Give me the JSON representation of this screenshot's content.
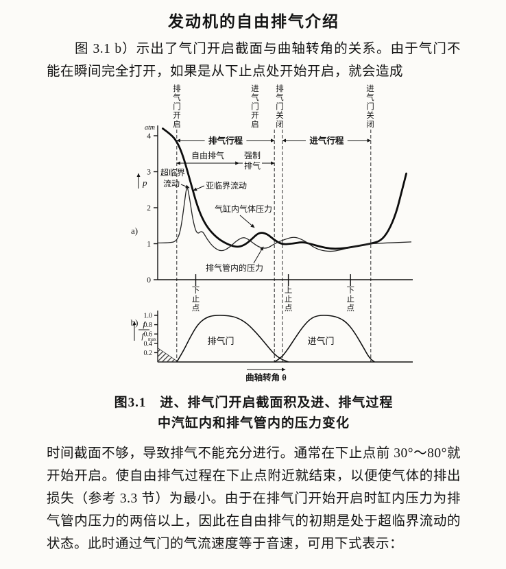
{
  "page": {
    "title": "发动机的自由排气介绍",
    "paragraph_1": "图 3.1 b）示出了气门开启截面与曲轴转角的关系。由于气门不能在瞬间完全打开，如果是从下止点处开始开启，就会造成",
    "caption_line1": "图3.1　进、排气门开启截面积及进、排气过程",
    "caption_line2": "中汽缸内和排气管内的压力变化",
    "paragraph_2": "时间截面不够，导致排气不能充分进行。通常在下止点前 30°～80°就开始开启。使自由排气过程在下止点附近就结束，以便使气体的排出损失（参考 3.3 节）为最小。由于在排气门开始开启时缸内压力为排气管内压力的两倍以上，因此在自由排气的初期是处于超临界流动的状态。此时通过气门的气流速度等于音速，可用下式表示："
  },
  "chart_data": {
    "type": "line",
    "title": "进、排气门开启截面积及进、排气过程中汽缸内和排气管内的压力变化",
    "xlabel": "曲轴转角 θ",
    "x_axis_note": "schematic crank angle, 0–100 axis units, no numeric ticks shown",
    "events": [
      {
        "name": "排气门开启",
        "x": 7.5
      },
      {
        "name": "进气门开启",
        "x": 46
      },
      {
        "name": "排气门关闭",
        "x": 49.2
      },
      {
        "name": "进气门关闭",
        "x": 84
      }
    ],
    "dead_centers": [
      {
        "name": "下止点",
        "x": 15
      },
      {
        "name": "上止点",
        "x": 51.5
      },
      {
        "name": "下止点",
        "x": 76
      }
    ],
    "strokes": [
      {
        "name": "排气行程",
        "from": 7.5,
        "to": 46
      },
      {
        "name": "进气行程",
        "from": 49.2,
        "to": 84
      }
    ],
    "sub_phases": [
      {
        "name": "自由排气",
        "from": 7.5,
        "to": 32
      },
      {
        "name": "强制排气",
        "from": 32,
        "to": 46
      }
    ],
    "annotations": {
      "supercritical": "超临界流动",
      "subcritical": "亚临界流动",
      "cylinder_pressure": "气缸内气体压力",
      "pipe_pressure": "排气管内的压力"
    },
    "panels": [
      {
        "id": "a",
        "label": "a)",
        "ylabel": "p",
        "y_unit": "atm",
        "yticks": [
          0,
          1,
          2,
          3,
          4
        ],
        "ylim": [
          0,
          4.5
        ],
        "series": [
          {
            "name": "气缸内气体压力",
            "points": [
              [
                2,
                4.2
              ],
              [
                5,
                4.05
              ],
              [
                7.5,
                3.85
              ],
              [
                10,
                3.45
              ],
              [
                13,
                2.7
              ],
              [
                16,
                1.95
              ],
              [
                19,
                1.5
              ],
              [
                23,
                1.18
              ],
              [
                27,
                1.0
              ],
              [
                31,
                0.9
              ],
              [
                34,
                0.95
              ],
              [
                37,
                1.12
              ],
              [
                40,
                1.32
              ],
              [
                43,
                1.28
              ],
              [
                46,
                1.1
              ],
              [
                49,
                0.98
              ],
              [
                53,
                1.0
              ],
              [
                57,
                1.05
              ],
              [
                60,
                1.0
              ],
              [
                64,
                0.92
              ],
              [
                68,
                0.86
              ],
              [
                72,
                0.86
              ],
              [
                76,
                0.9
              ],
              [
                80,
                0.95
              ],
              [
                84,
                1.0
              ],
              [
                88,
                1.08
              ],
              [
                91,
                1.35
              ],
              [
                94,
                1.85
              ],
              [
                96,
                2.4
              ],
              [
                98,
                2.95
              ]
            ]
          },
          {
            "name": "排气管内的压力",
            "points": [
              [
                0,
                1.02
              ],
              [
                5,
                1.02
              ],
              [
                7.5,
                1.08
              ],
              [
                9,
                1.35
              ],
              [
                10.5,
                2.1
              ],
              [
                11.5,
                2.65
              ],
              [
                12.5,
                2.3
              ],
              [
                14,
                1.6
              ],
              [
                15.5,
                1.25
              ],
              [
                17.5,
                1.38
              ],
              [
                19.5,
                1.12
              ],
              [
                22,
                0.9
              ],
              [
                25,
                0.78
              ],
              [
                28,
                0.88
              ],
              [
                31,
                1.08
              ],
              [
                34,
                1.2
              ],
              [
                37,
                1.05
              ],
              [
                40,
                0.9
              ],
              [
                43,
                0.86
              ],
              [
                46,
                1.0
              ],
              [
                50,
                1.12
              ],
              [
                54,
                1.2
              ],
              [
                58,
                1.08
              ],
              [
                61,
                0.92
              ],
              [
                64,
                0.82
              ],
              [
                68,
                0.78
              ],
              [
                72,
                0.82
              ],
              [
                76,
                0.9
              ],
              [
                80,
                0.96
              ],
              [
                84,
                1.0
              ],
              [
                90,
                1.02
              ],
              [
                100,
                1.05
              ]
            ]
          }
        ]
      },
      {
        "id": "b",
        "label": "b)",
        "ylabel": "f/fmax",
        "yticks": [
          1.0,
          0.8,
          0.6,
          0.4,
          0.2
        ],
        "ylim": [
          0,
          1.0
        ],
        "series": [
          {
            "name": "排气门",
            "points": [
              [
                7.5,
                0
              ],
              [
                10,
                0.22
              ],
              [
                13,
                0.55
              ],
              [
                16,
                0.82
              ],
              [
                19,
                0.95
              ],
              [
                22,
                1.0
              ],
              [
                27,
                1.0
              ],
              [
                31,
                0.96
              ],
              [
                35,
                0.84
              ],
              [
                39,
                0.62
              ],
              [
                43,
                0.36
              ],
              [
                46,
                0.16
              ],
              [
                49,
                0.05
              ],
              [
                51.5,
                0
              ]
            ]
          },
          {
            "name": "进气门",
            "points": [
              [
                46,
                0
              ],
              [
                48.5,
                0.08
              ],
              [
                51,
                0.25
              ],
              [
                54,
                0.5
              ],
              [
                57,
                0.74
              ],
              [
                60,
                0.92
              ],
              [
                63,
                1.0
              ],
              [
                68,
                1.0
              ],
              [
                72,
                0.94
              ],
              [
                75,
                0.82
              ],
              [
                78,
                0.6
              ],
              [
                81,
                0.32
              ],
              [
                83.5,
                0.08
              ],
              [
                85.5,
                0
              ]
            ]
          },
          {
            "id": "residual-hatched",
            "hatched": true,
            "points": [
              [
                0,
                0.3
              ],
              [
                3,
                0.19
              ],
              [
                6,
                0.08
              ],
              [
                8,
                0
              ]
            ]
          }
        ]
      }
    ]
  }
}
